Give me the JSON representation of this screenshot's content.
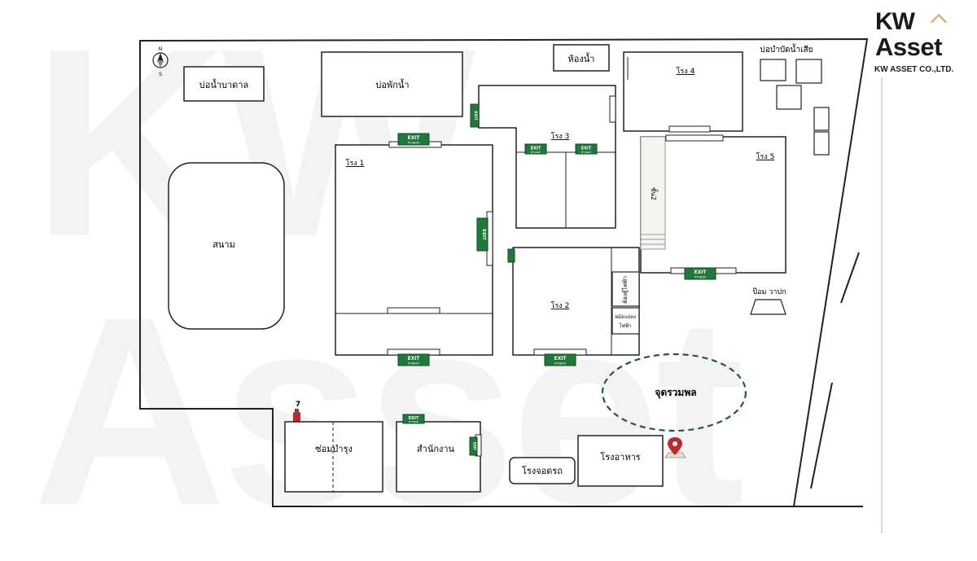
{
  "logo": {
    "brand_line1": "KW",
    "brand_line2": "Asset",
    "company": "KW ASSET CO.,LTD."
  },
  "watermark": {
    "line1": "KW",
    "line2": "Asset"
  },
  "compass": {
    "north": "N",
    "south": "S"
  },
  "labels": {
    "waste_pond": "บ่อน้ำบาดาล",
    "rest_pond": "บ่อพักน้ำ",
    "restroom": "ห้องน้ำ",
    "wastewater_ponds": "บ่อบำบัดน้ำเสีย",
    "factory1": "โรง 1",
    "factory2": "โรง 2",
    "factory3": "โรง 3",
    "factory4": "โรง 4",
    "factory5": "โรง 5",
    "field": "สนาม",
    "floor2": "ชั้น2",
    "electric_room": "ห้องตู้ไฟฟ้า",
    "transformer_line1": "หม้อแปลง",
    "transformer_line2": "ไฟฟ้า",
    "water_pump": "ป๊อม วาปก",
    "assembly_point": "จุดรวมพล",
    "maintenance": "ซ่อมบำรุง",
    "office": "สำนักงาน",
    "parking": "โรงจอดรถ",
    "canteen": "โรงอาหาร",
    "extinguisher_number": "7"
  },
  "exit_sign": {
    "text": "EXIT",
    "subtext": "ทางออก"
  },
  "colors": {
    "exit_green": "#1f7a3a",
    "assembly_green": "#1e5a3a",
    "marker_red": "#c0282d",
    "logo_accent": "#d6a84a"
  }
}
